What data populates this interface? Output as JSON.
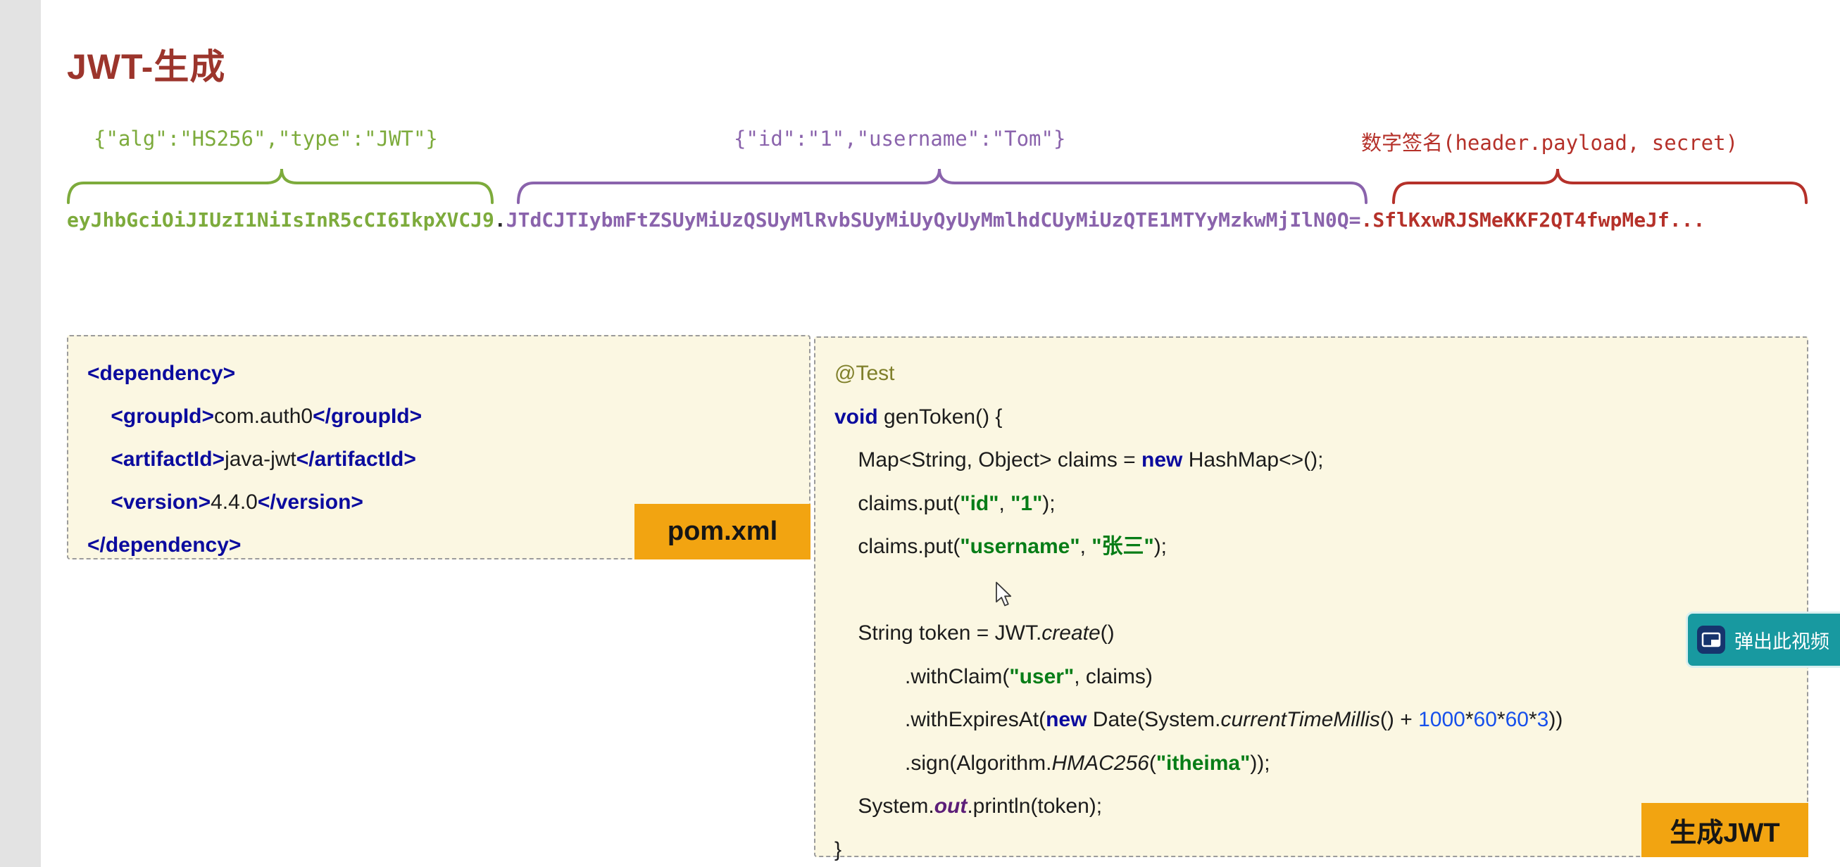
{
  "title": "JWT-生成",
  "colors": {
    "title": "#9c352c",
    "header_green": "#7dab3c",
    "payload_purple": "#8a63ac",
    "signature_red": "#b5312a",
    "badge_orange": "#f2a411",
    "button_teal": "#1899a0"
  },
  "token_diagram": {
    "header_json": "{\"alg\":\"HS256\",\"type\":\"JWT\"}",
    "payload_json": "{\"id\":\"1\",\"username\":\"Tom\"}",
    "signature_label": "数字签名(header.payload, secret)",
    "token_header": "eyJhbGciOiJIUzI1NiIsInR5cCI6IkpXVCJ9",
    "token_separator": ".",
    "token_payload": "JTdCJTIybmFtZSUyMiUzQSUyMlRvbSUyMiUyQyUyMmlhdCUyMiUzQTE1MTYyMzkwMjIlN0Q=",
    "token_signature": ".SflKxwRJSMeKKF2QT4fwpMeJf..."
  },
  "pom_block": {
    "badge": "pom.xml",
    "lines": [
      [
        [
          "tag",
          "<dependency>"
        ]
      ],
      [
        [
          "p",
          "    "
        ],
        [
          "tag",
          "<groupId>"
        ],
        [
          "p",
          "com.auth0"
        ],
        [
          "tag",
          "</groupId>"
        ]
      ],
      [
        [
          "p",
          "    "
        ],
        [
          "tag",
          "<artifactId>"
        ],
        [
          "p",
          "java-jwt"
        ],
        [
          "tag",
          "</artifactId>"
        ]
      ],
      [
        [
          "p",
          "    "
        ],
        [
          "tag",
          "<version>"
        ],
        [
          "p",
          "4.4.0"
        ],
        [
          "tag",
          "</version>"
        ]
      ],
      [
        [
          "tag",
          "</dependency>"
        ]
      ]
    ]
  },
  "java_block": {
    "badge": "生成JWT",
    "lines": [
      [
        [
          "ann",
          "@Test"
        ]
      ],
      [
        [
          "kw",
          "void"
        ],
        [
          "p",
          " genToken() {"
        ]
      ],
      [
        [
          "p",
          "    Map<String, Object> claims = "
        ],
        [
          "kw",
          "new"
        ],
        [
          "p",
          " HashMap<>();"
        ]
      ],
      [
        [
          "p",
          "    claims.put("
        ],
        [
          "str",
          "\"id\""
        ],
        [
          "p",
          ", "
        ],
        [
          "str",
          "\"1\""
        ],
        [
          "p",
          ");"
        ]
      ],
      [
        [
          "p",
          "    claims.put("
        ],
        [
          "str",
          "\"username\""
        ],
        [
          "p",
          ", "
        ],
        [
          "str",
          "\"张三\""
        ],
        [
          "p",
          ");"
        ]
      ],
      [],
      [
        [
          "p",
          "    String token = JWT."
        ],
        [
          "it",
          "create"
        ],
        [
          "p",
          "()"
        ]
      ],
      [
        [
          "p",
          "            .withClaim("
        ],
        [
          "str",
          "\"user\""
        ],
        [
          "p",
          ", claims)"
        ]
      ],
      [
        [
          "p",
          "            .withExpiresAt("
        ],
        [
          "kw",
          "new"
        ],
        [
          "p",
          " Date(System."
        ],
        [
          "it",
          "currentTimeMillis"
        ],
        [
          "p",
          "() + "
        ],
        [
          "num",
          "1000"
        ],
        [
          "p",
          "*"
        ],
        [
          "num",
          "60"
        ],
        [
          "p",
          "*"
        ],
        [
          "num",
          "60"
        ],
        [
          "p",
          "*"
        ],
        [
          "num",
          "3"
        ],
        [
          "p",
          "))"
        ]
      ],
      [
        [
          "p",
          "            .sign(Algorithm."
        ],
        [
          "it",
          "HMAC256"
        ],
        [
          "p",
          "("
        ],
        [
          "str",
          "\"itheima\""
        ],
        [
          "p",
          "));"
        ]
      ],
      [
        [
          "p",
          "    System."
        ],
        [
          "sf",
          "out"
        ],
        [
          "p",
          ".println(token);"
        ]
      ],
      [
        [
          "p",
          "}"
        ]
      ]
    ]
  },
  "video_button": {
    "icon": "popout-screen-icon",
    "label": "弹出此视频"
  }
}
